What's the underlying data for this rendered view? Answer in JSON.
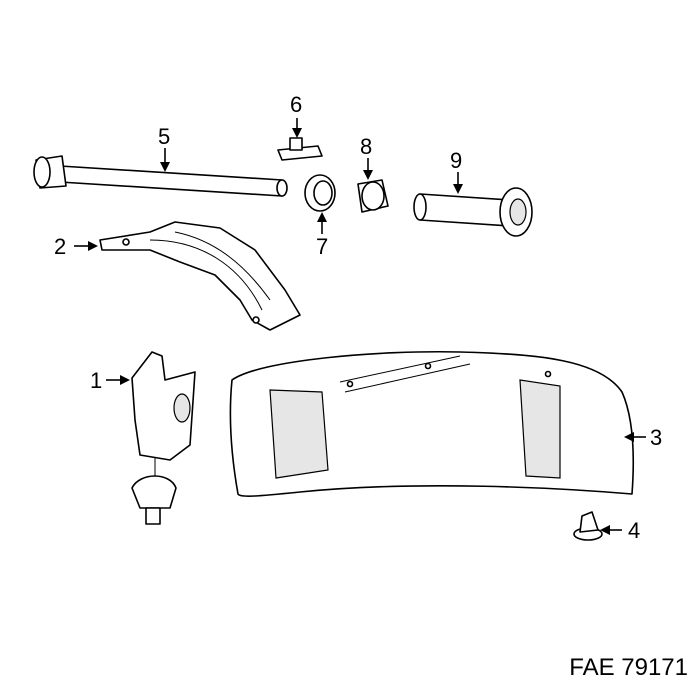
{
  "callouts": {
    "c1": "1",
    "c2": "2",
    "c3": "3",
    "c4": "4",
    "c5": "5",
    "c6": "6",
    "c7": "7",
    "c8": "8",
    "c9": "9"
  },
  "footer": {
    "part_code": "FAE 79171"
  }
}
